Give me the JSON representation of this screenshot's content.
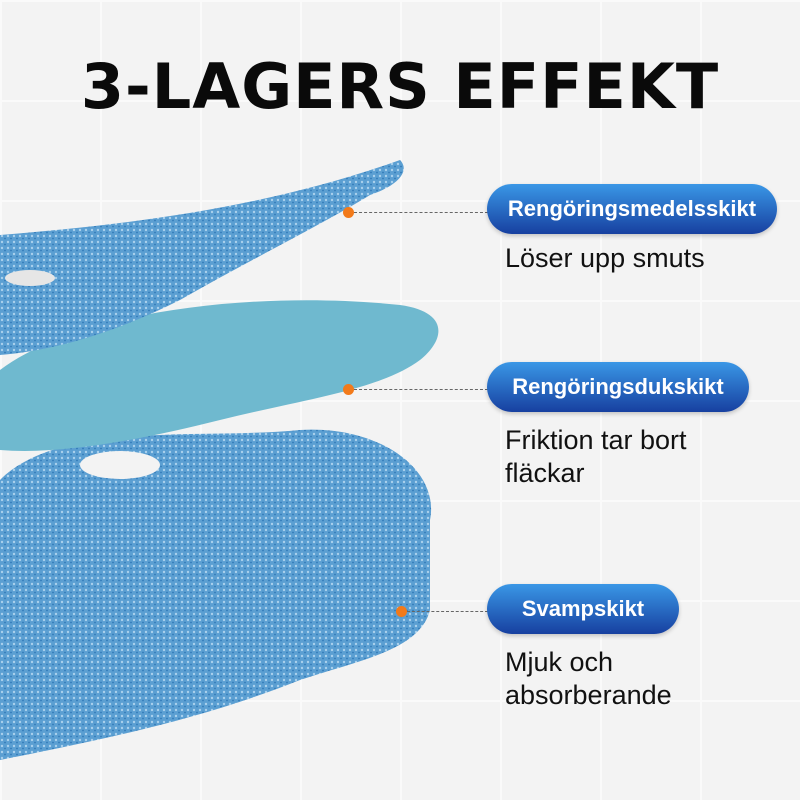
{
  "title": "3-LAGERS EFFEKT",
  "layers": [
    {
      "label": "Rengöringsmedelsskikt",
      "description": "Löser upp smuts"
    },
    {
      "label": "Rengöringsdukskikt",
      "description": "Friktion tar bort fläckar"
    },
    {
      "label": "Svampskikt",
      "description": "Mjuk och absorberande"
    }
  ],
  "colors": {
    "pill": "#1f5fc4",
    "dot": "#f27a1a",
    "sponge": "#5a9fd0"
  }
}
